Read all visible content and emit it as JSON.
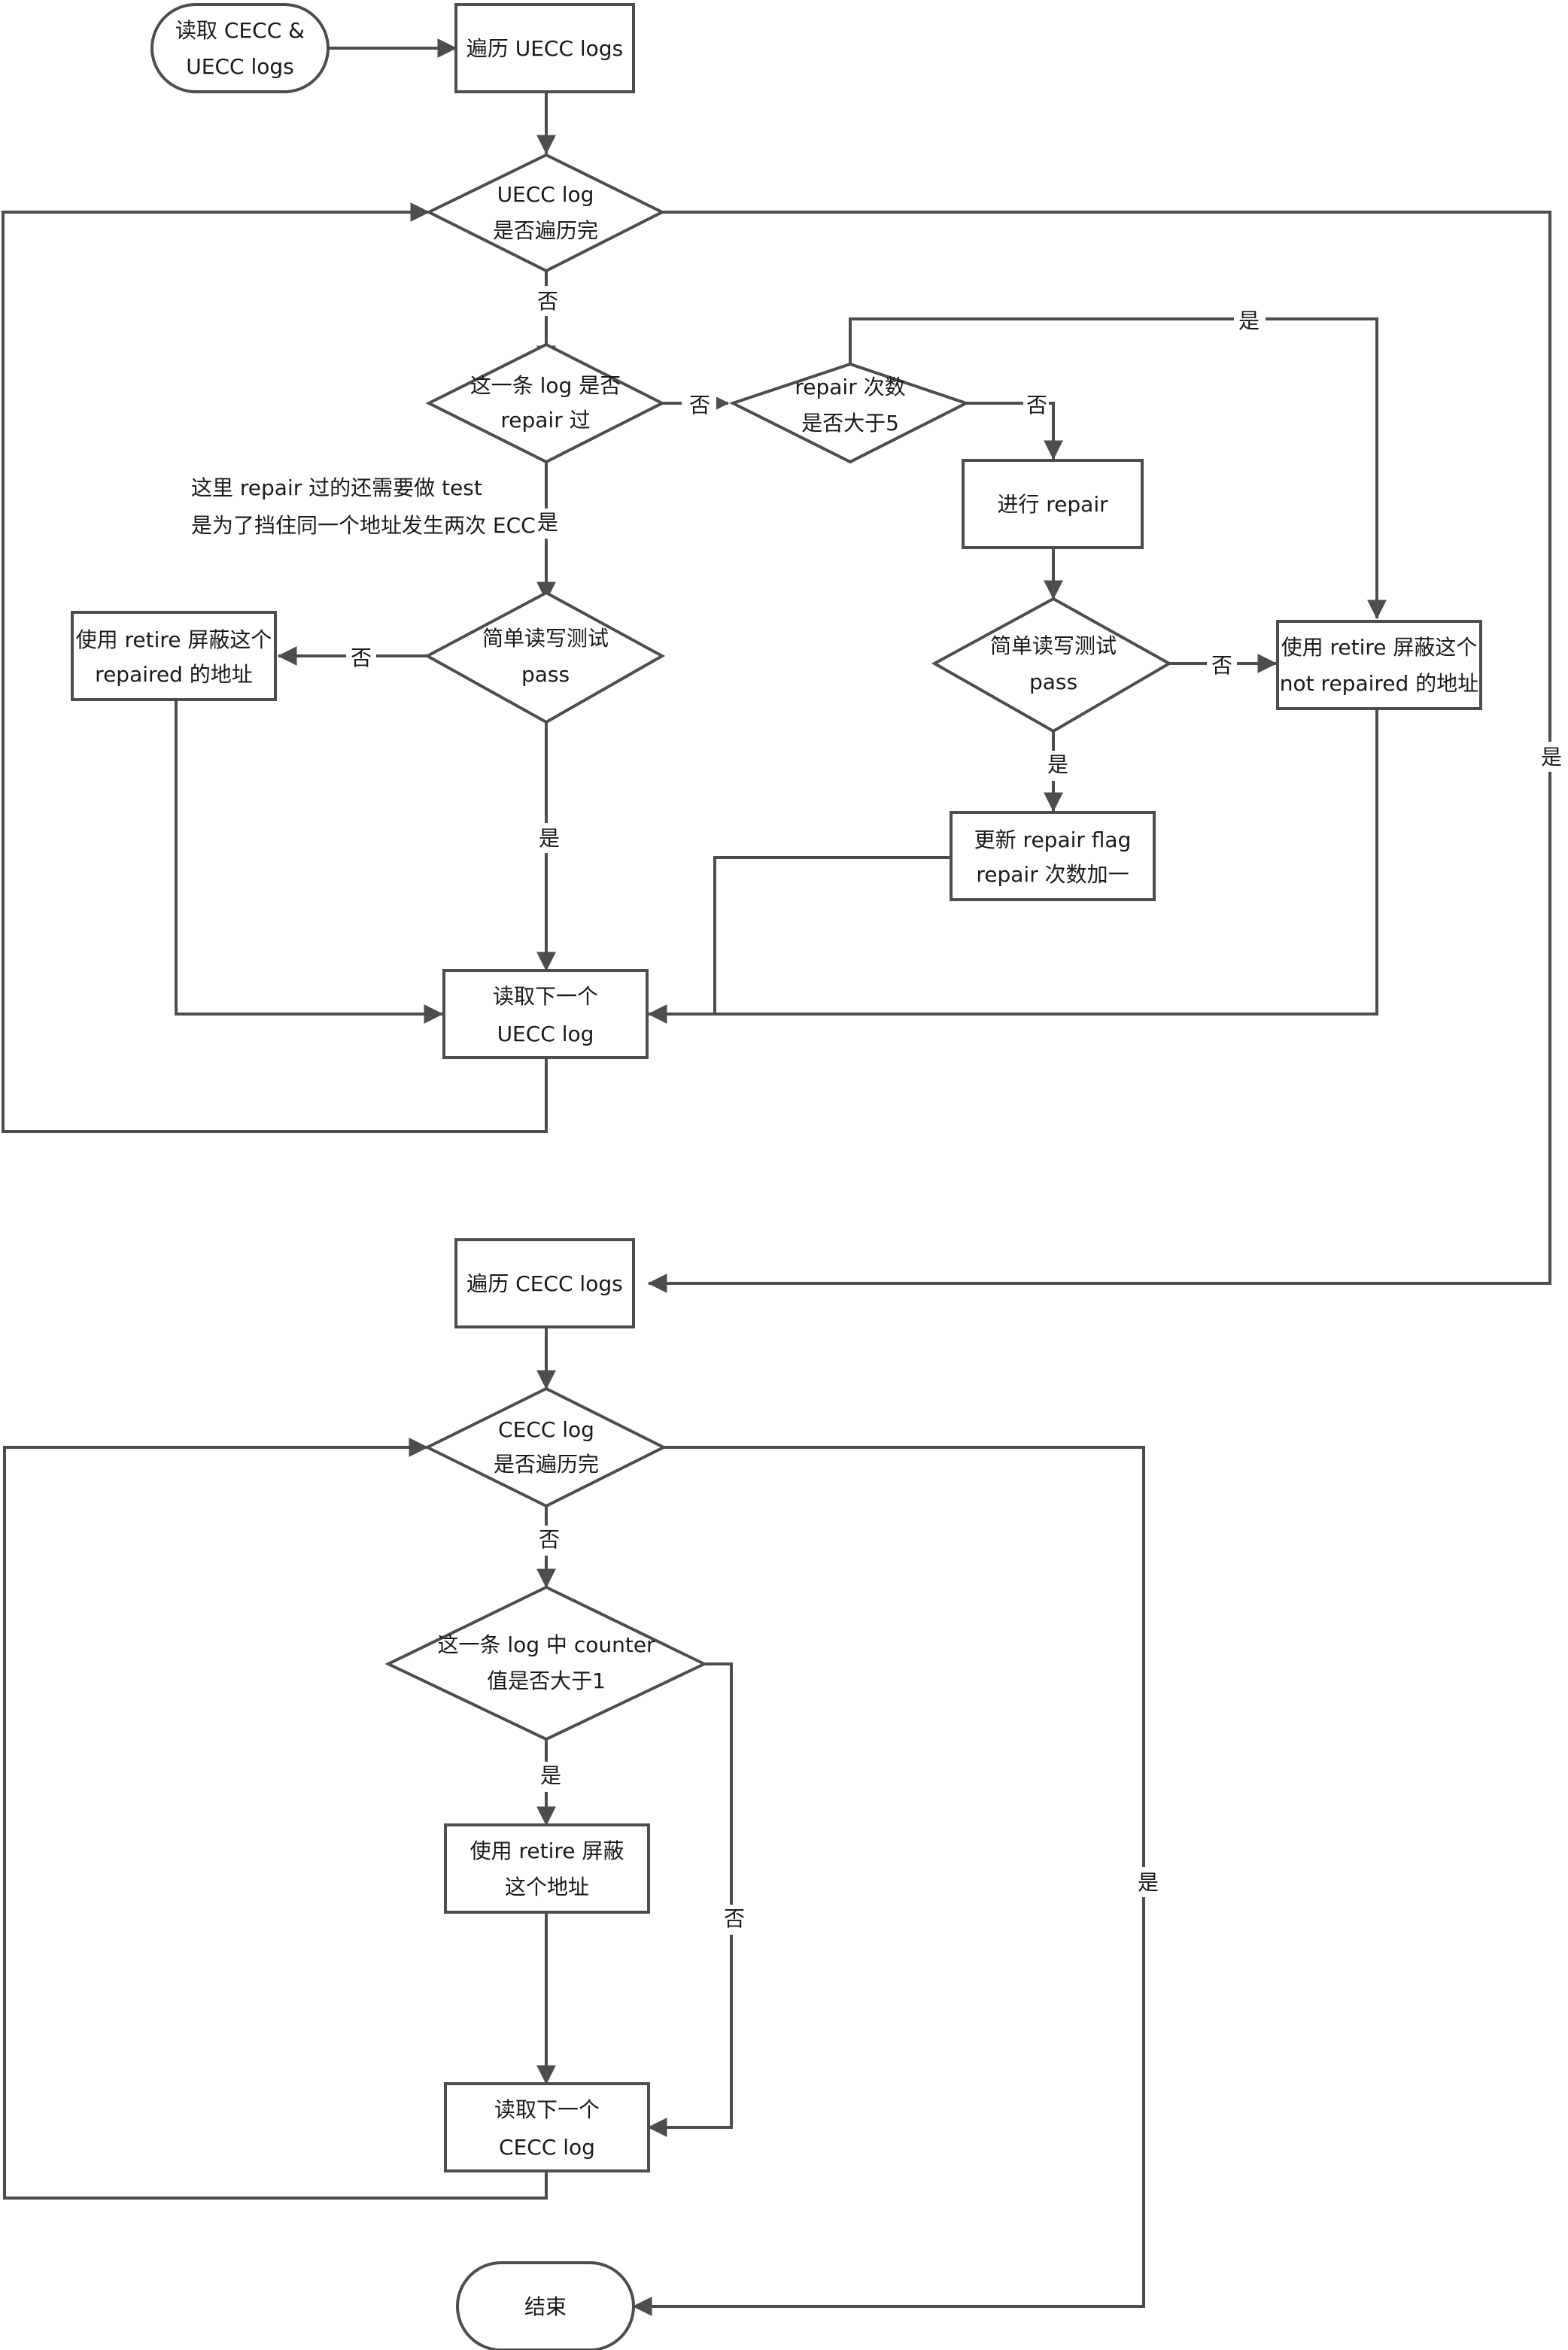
{
  "nodes": {
    "start": [
      "读取 CECC &",
      "UECC logs"
    ],
    "traverse_uecc": [
      "遍历 UECC logs"
    ],
    "uecc_done": [
      "UECC log",
      "是否遍历完"
    ],
    "log_repaired": [
      "这一条 log 是否",
      "repair 过"
    ],
    "repair_count": [
      "repair 次数",
      "是否大于5"
    ],
    "do_repair": [
      "进行 repair"
    ],
    "rw_test_left": [
      "简单读写测试",
      "pass"
    ],
    "rw_test_right": [
      "简单读写测试",
      "pass"
    ],
    "retire_repaired": [
      "使用 retire 屏蔽这个",
      "repaired 的地址"
    ],
    "retire_not_repaired": [
      "使用 retire 屏蔽这个",
      "not repaired 的地址"
    ],
    "update_flag": [
      "更新 repair flag",
      "repair 次数加一"
    ],
    "next_uecc": [
      "读取下一个",
      "UECC log"
    ],
    "traverse_cecc": [
      "遍历 CECC logs"
    ],
    "cecc_done": [
      "CECC log",
      "是否遍历完"
    ],
    "counter_check": [
      "这一条 log 中 counter",
      "值是否大于1"
    ],
    "retire_addr": [
      "使用 retire 屏蔽",
      "这个地址"
    ],
    "next_cecc": [
      "读取下一个",
      "CECC log"
    ],
    "end": [
      "结束"
    ]
  },
  "note": [
    "这里 repair 过的还需要做 test",
    "是为了挡住同一个地址发生两次 ECC"
  ],
  "labels": {
    "yes": "是",
    "no": "否"
  }
}
